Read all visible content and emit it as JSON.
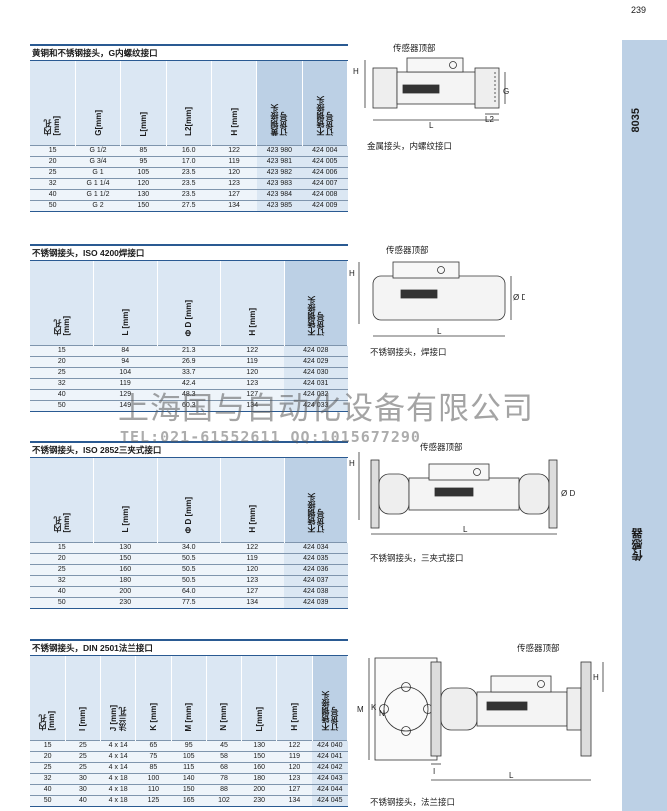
{
  "page_number": "239",
  "sidebar": {
    "code": "8035",
    "category": "传感器"
  },
  "sections": [
    {
      "title": "黄铜和不锈钢接头，G内螺纹接口",
      "headers": [
        "内孔\n[mm]",
        "G[mm]",
        "L[mm]",
        "L2[mm]",
        "H [mm]",
        "黄铜接头\n订货号",
        "不锈钢接头\n订货号"
      ],
      "rows": [
        [
          "15",
          "G 1/2",
          "85",
          "16.0",
          "122",
          "423 980",
          "424 004"
        ],
        [
          "20",
          "G 3/4",
          "95",
          "17.0",
          "119",
          "423 981",
          "424 005"
        ],
        [
          "25",
          "G 1",
          "105",
          "23.5",
          "120",
          "423 982",
          "424 006"
        ],
        [
          "32",
          "G 1 1/4",
          "120",
          "23.5",
          "123",
          "423 983",
          "424 007"
        ],
        [
          "40",
          "G 1 1/2",
          "130",
          "23.5",
          "127",
          "423 984",
          "424 008"
        ],
        [
          "50",
          "G 2",
          "150",
          "27.5",
          "134",
          "423 985",
          "424 009"
        ]
      ],
      "diagram": {
        "top_label": "传感器顶部",
        "caption": "金属接头，内螺纹接口",
        "dim_labels": [
          "H",
          "G",
          "L",
          "L2"
        ]
      }
    },
    {
      "title": "不锈钢接头，ISO 4200焊接口",
      "headers": [
        "内孔\n[mm]",
        "L [mm]",
        "Φ D [mm]",
        "H [mm]",
        "不锈钢接头\n订货号"
      ],
      "rows": [
        [
          "15",
          "84",
          "21.3",
          "122",
          "424 028"
        ],
        [
          "20",
          "94",
          "26.9",
          "119",
          "424 029"
        ],
        [
          "25",
          "104",
          "33.7",
          "120",
          "424 030"
        ],
        [
          "32",
          "119",
          "42.4",
          "123",
          "424 031"
        ],
        [
          "40",
          "129",
          "48.3",
          "127",
          "424 032"
        ],
        [
          "50",
          "149",
          "60.3",
          "134",
          "424 033"
        ]
      ],
      "diagram": {
        "top_label": "传感器顶部",
        "caption": "不锈钢接头，焊接口",
        "dim_labels": [
          "H",
          "Ø D",
          "L"
        ]
      }
    },
    {
      "title": "不锈钢接头，ISO 2852三夹式接口",
      "headers": [
        "内孔\n[mm]",
        "L [mm]",
        "Φ D [mm]",
        "H [mm]",
        "不锈钢接头\n订货号"
      ],
      "rows": [
        [
          "15",
          "130",
          "34.0",
          "122",
          "424 034"
        ],
        [
          "20",
          "150",
          "50.5",
          "119",
          "424 035"
        ],
        [
          "25",
          "160",
          "50.5",
          "120",
          "424 036"
        ],
        [
          "32",
          "180",
          "50.5",
          "123",
          "424 037"
        ],
        [
          "40",
          "200",
          "64.0",
          "127",
          "424 038"
        ],
        [
          "50",
          "230",
          "77.5",
          "134",
          "424 039"
        ]
      ],
      "diagram": {
        "top_label": "传感器顶部",
        "caption": "不锈钢接头，三夹式接口",
        "dim_labels": [
          "H",
          "Ø D",
          "L"
        ]
      }
    },
    {
      "title": "不锈钢接头，DIN 2501法兰接口",
      "headers": [
        "内孔\n[mm]",
        "I [mm]",
        "J [mm]\n法兰孔",
        "K [mm]",
        "M [mm]",
        "N [mm]",
        "L[mm]",
        "H [mm]",
        "不锈钢接头\n订货号"
      ],
      "rows": [
        [
          "15",
          "25",
          "4 x 14",
          "65",
          "95",
          "45",
          "130",
          "122",
          "424 040"
        ],
        [
          "20",
          "25",
          "4 x 14",
          "75",
          "105",
          "58",
          "150",
          "119",
          "424 041"
        ],
        [
          "25",
          "25",
          "4 x 14",
          "85",
          "115",
          "68",
          "160",
          "120",
          "424 042"
        ],
        [
          "32",
          "30",
          "4 x 18",
          "100",
          "140",
          "78",
          "180",
          "123",
          "424 043"
        ],
        [
          "40",
          "30",
          "4 x 18",
          "110",
          "150",
          "88",
          "200",
          "127",
          "424 044"
        ],
        [
          "50",
          "40",
          "4 x 18",
          "125",
          "165",
          "102",
          "230",
          "134",
          "424 045"
        ]
      ],
      "diagram": {
        "top_label": "传感器顶部",
        "caption": "不锈钢接头，法兰接口",
        "dim_labels": [
          "H",
          "M",
          "K",
          "N",
          "I",
          "L"
        ]
      }
    }
  ],
  "watermark": {
    "line1": "上海国与自动化设备有限公司",
    "line2": "TEL:021-61552611 QQ:1015677290"
  },
  "colors": {
    "header_light": "#dbe7f3",
    "header_dark": "#bcd0e5",
    "rule": "#2a5a92"
  }
}
